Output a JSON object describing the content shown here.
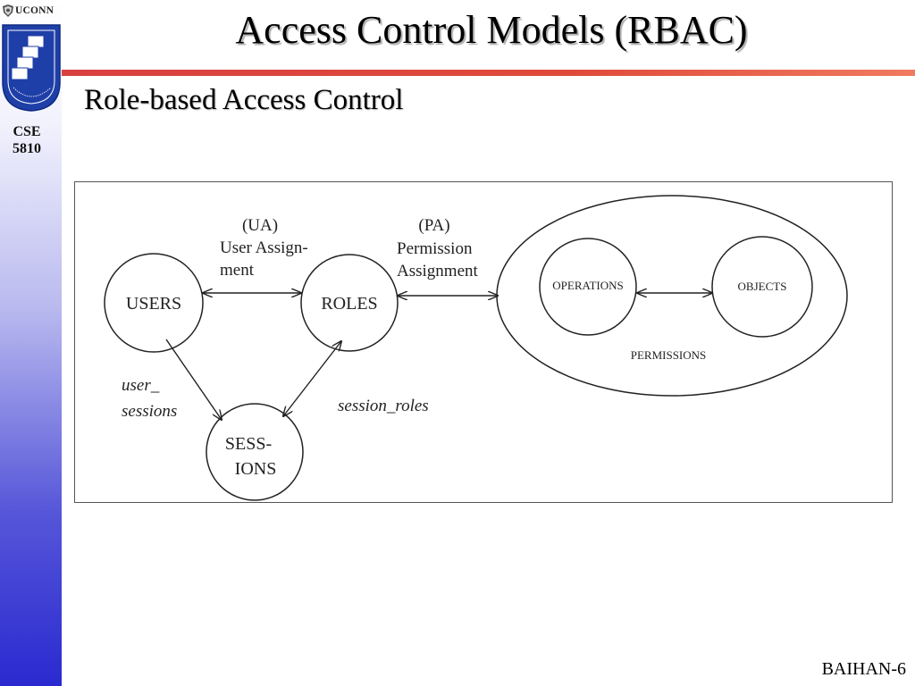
{
  "header": {
    "uconn": "UCONN",
    "course_line1": "CSE",
    "course_line2": "5810",
    "title": "Access Control Models (RBAC)",
    "subtitle": "Role-based Access Control"
  },
  "diagram": {
    "nodes": {
      "users": "USERS",
      "roles": "ROLES",
      "sessions_line1": "SESS-",
      "sessions_line2": "IONS",
      "operations": "OPERATIONS",
      "objects": "OBJECTS",
      "permissions": "PERMISSIONS"
    },
    "labels": {
      "ua_line1": "(UA)",
      "ua_line2": "User Assign-",
      "ua_line3": "ment",
      "pa_line1": "(PA)",
      "pa_line2": "Permission",
      "pa_line3": "Assignment",
      "user_sessions_line1": "user_",
      "user_sessions_line2": "sessions",
      "session_roles": "session_roles"
    }
  },
  "footer": {
    "slide_id": "BAIHAN-6"
  },
  "colors": {
    "title_rule": "#e04a3a",
    "sidebar_bottom": "#2a2ad0",
    "logo_blue": "#1f3fa8"
  }
}
